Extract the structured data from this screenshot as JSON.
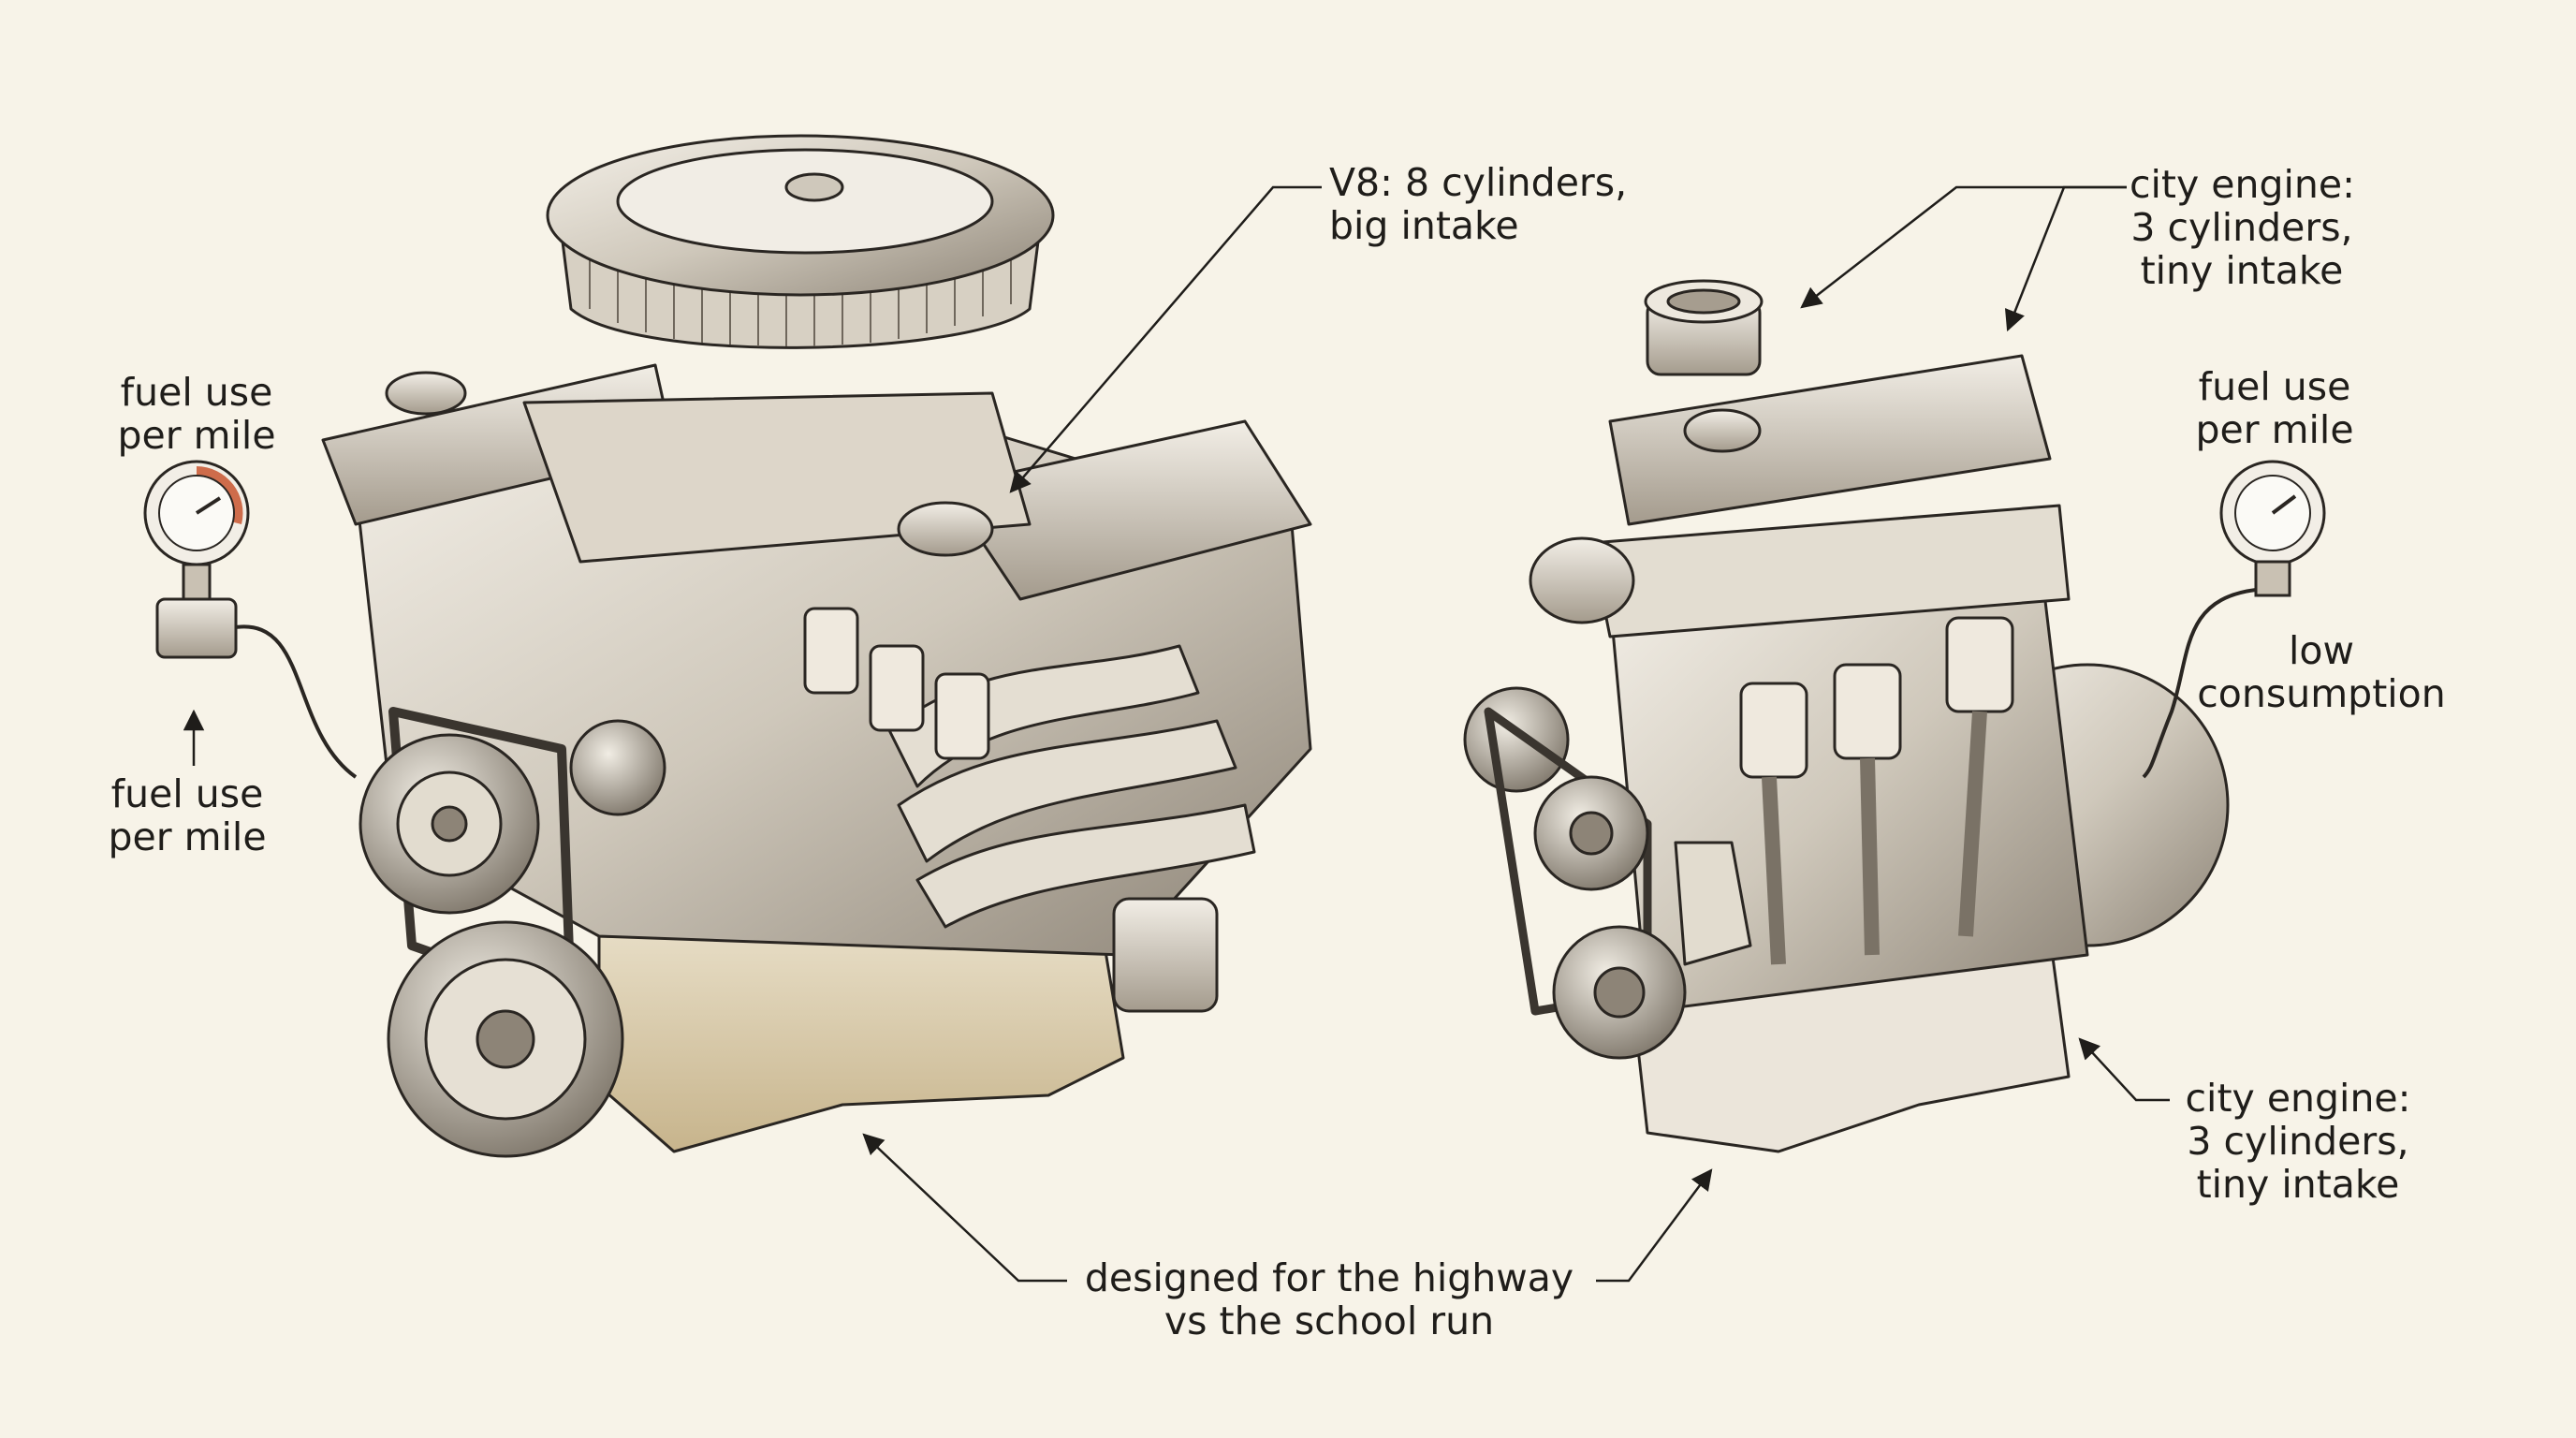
{
  "labels": {
    "v8_title": [
      "V8: 8 cylinders,",
      "big intake"
    ],
    "city_top": [
      "city engine:",
      "3 cylinders,",
      "tiny intake"
    ],
    "city_bottom": [
      "city engine:",
      "3 cylinders,",
      "tiny intake"
    ],
    "fuel_left_top": [
      "fuel use",
      "per mile"
    ],
    "fuel_left_bottom": [
      "fuel use",
      "per mile"
    ],
    "fuel_right": [
      "fuel use",
      "per mile"
    ],
    "low_consumption": [
      "low",
      "consumption"
    ],
    "caption": [
      "designed for the highway",
      "vs the school run"
    ]
  },
  "gauges": {
    "left": {
      "redzone": true,
      "accent": "#c8552f"
    },
    "right": {
      "redzone": false
    }
  },
  "colors": {
    "background": "#f7f3e8",
    "ink": "#1f1d1a",
    "metal_light": "#e8e2d6",
    "metal_mid": "#b9b1a3",
    "metal_dark": "#6f675c",
    "oil_pan": "#d9c9a6"
  }
}
